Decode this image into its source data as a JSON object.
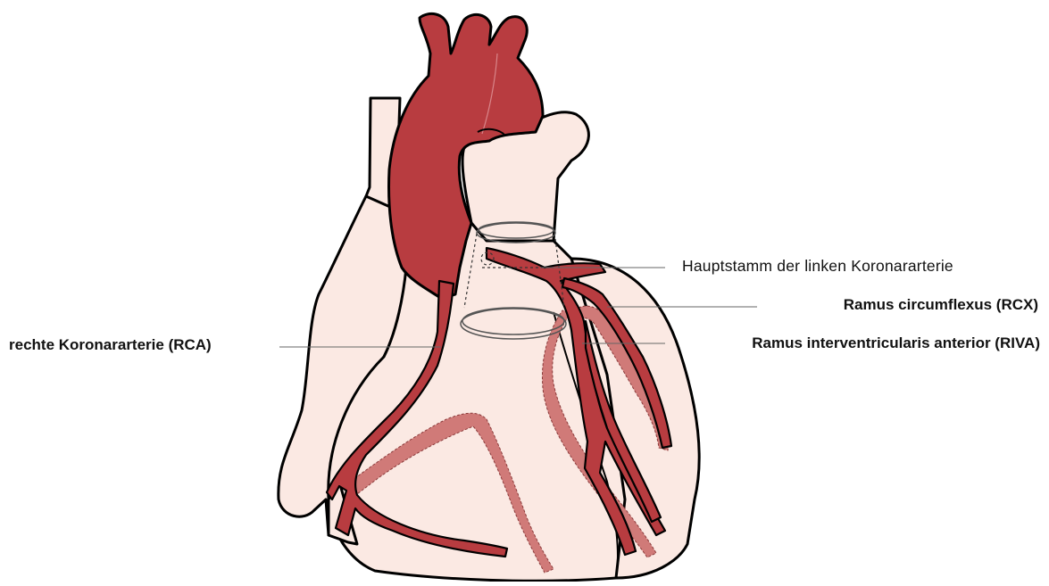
{
  "labels": {
    "main_stem": "Hauptstamm der linken Koronararterie",
    "rcx": "Ramus circumflexus (RCX)",
    "riva": "Ramus interventricularis anterior (RIVA)",
    "rca": "rechte Koronararterie (RCA)"
  },
  "colors": {
    "heart_fill": "#fbe9e3",
    "artery": "#b83c40",
    "posterior_vessel": "#d07a78",
    "outline": "#000000",
    "leader_line": "#666666"
  }
}
